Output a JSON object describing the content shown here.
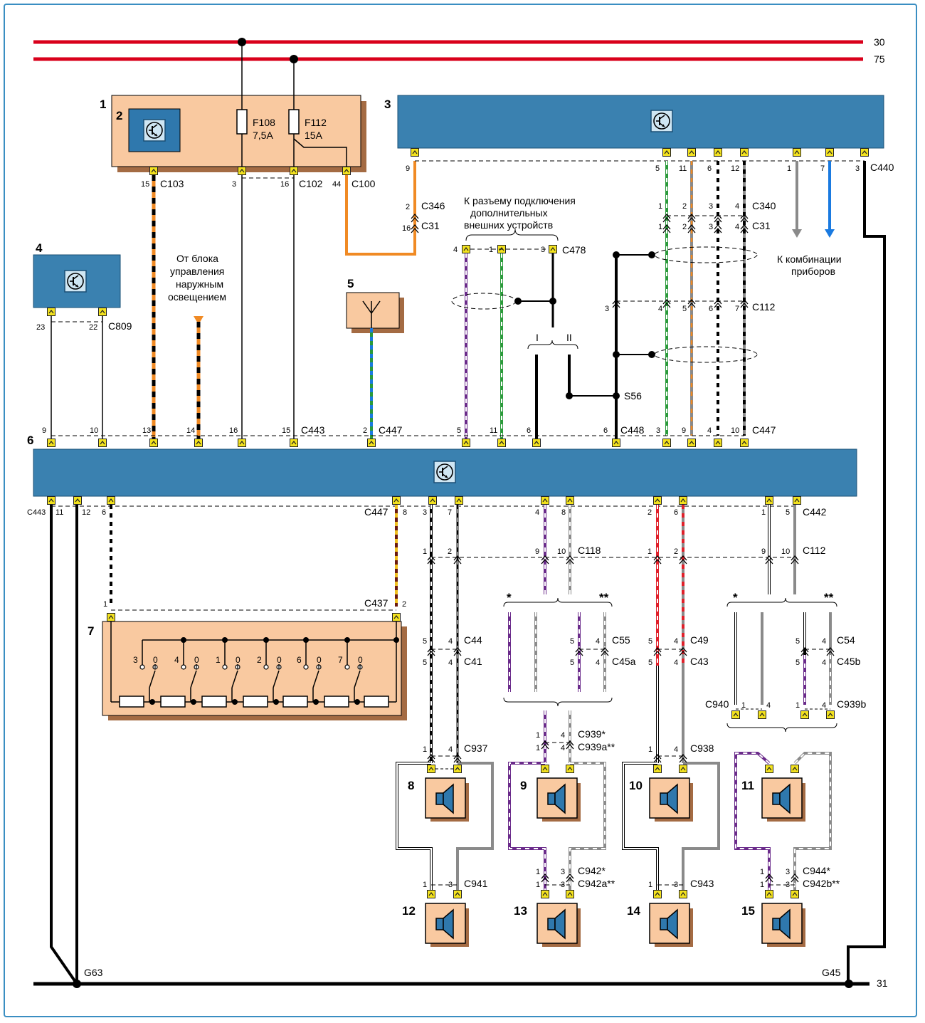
{
  "rails": {
    "r30": "30",
    "r75": "75",
    "r31": "31"
  },
  "grounds": {
    "g63": "G63",
    "g45": "G45"
  },
  "components": {
    "n1": "1",
    "n2": "2",
    "n3": "3",
    "n4": "4",
    "n5": "5",
    "n6": "6",
    "n7": "7",
    "n8": "8",
    "n9": "9",
    "n10": "10",
    "n11": "11",
    "n12": "12",
    "n13": "13",
    "n14": "14",
    "n15": "15"
  },
  "fuses": {
    "f108": {
      "name": "F108",
      "rating": "7,5A"
    },
    "f112": {
      "name": "F112",
      "rating": "15A"
    }
  },
  "connectors": {
    "c103": "C103",
    "c102": "C102",
    "c100": "C100",
    "c440": "C440",
    "c346": "C346",
    "c31": "C31",
    "c478": "C478",
    "c340": "C340",
    "c31b": "C31",
    "c112": "C112",
    "s56": "S56",
    "c809": "C809",
    "c443": "C443",
    "c447": "C447",
    "c448": "C448",
    "c447b": "C447",
    "c443b": "C443",
    "c447c": "C447",
    "c442": "C442",
    "c118": "C118",
    "c112b": "C112",
    "c437": "C437",
    "c44": "C44",
    "c41": "C41",
    "c55": "C55",
    "c45a": "C45a",
    "c49": "C49",
    "c43": "C43",
    "c54": "C54",
    "c45b": "C45b",
    "c940": "C940",
    "c939b": "C939b",
    "c937": "C937",
    "c939": "C939*",
    "c939a": "C939a**",
    "c938": "C938",
    "c941": "C941",
    "c942": "C942*",
    "c942a": "C942a**",
    "c943": "C943",
    "c944": "C944*",
    "c942b": "C942b**"
  },
  "notes": {
    "ext_line1": "К разъему подключения",
    "ext_line2": "дополнительных",
    "ext_line3": "внешних устройств",
    "light_line1": "От блока",
    "light_line2": "управления",
    "light_line3": "наружным",
    "light_line4": "освещением",
    "cluster_line1": "К комбинации",
    "cluster_line2": "приборов",
    "roman1": "I",
    "roman2": "II",
    "star": "*",
    "dstar": "**"
  },
  "switch_labels": [
    "3",
    "0",
    "4",
    "0",
    "1",
    "0",
    "2",
    "0",
    "6",
    "0",
    "7",
    "0"
  ],
  "colors": {
    "rail": "#d9001b",
    "module_fill": "#3a81b0",
    "relay_fill": "#f9c9a0",
    "wire_orange": "#f08a24",
    "wire_grey": "#8a8a8a",
    "wire_green": "#2a9a3a",
    "wire_purple": "#6a2a8a",
    "wire_red": "#e0202a",
    "wire_blue": "#1a7ae0",
    "wire_brown": "#6a1a10"
  },
  "icons": [
    "transistor-icon",
    "antenna-icon",
    "speaker-icon",
    "fuse-icon",
    "connector-pin-icon",
    "ground-node-icon"
  ]
}
